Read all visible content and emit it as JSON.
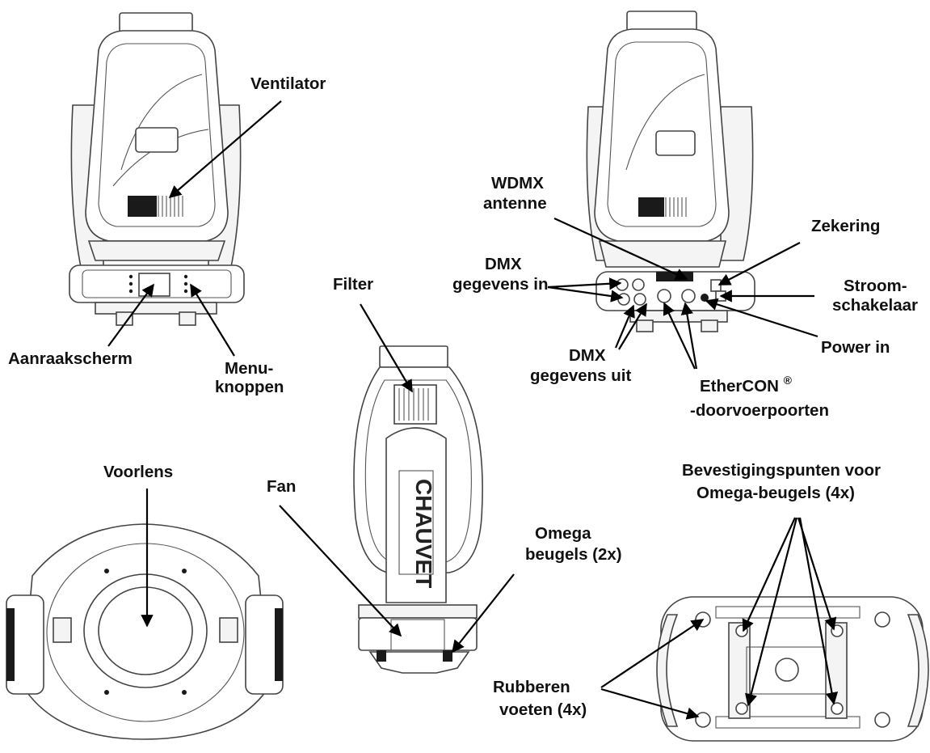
{
  "labels": {
    "ventilator": "Ventilator",
    "aanraakscherm": "Aanraakscherm",
    "menu_1": "Menu-",
    "menu_2": "knoppen",
    "wdmx_1": "WDMX",
    "wdmx_2": "antenne",
    "dmx_in_1": "DMX",
    "dmx_in_2": "gegevens in",
    "dmx_uit_1": "DMX",
    "dmx_uit_2": "gegevens uit",
    "zekering": "Zekering",
    "stroom_1": "Stroom-",
    "stroom_2": "schakelaar",
    "power_in": "Power in",
    "ethercon_1": "EtherCON",
    "ethercon_reg": "®",
    "ethercon_2": "-doorvoerpoorten",
    "filter": "Filter",
    "fan": "Fan",
    "omega_1": "Omega",
    "omega_2": "beugels (2x)",
    "voorlens": "Voorlens",
    "bevestiging_1": "Bevestigingspunten voor",
    "bevestiging_2": "Omega-beugels (4x)",
    "rubber_1": "Rubberen",
    "rubber_2": "voeten (4x)",
    "brand_logo": "CHAUVET"
  }
}
